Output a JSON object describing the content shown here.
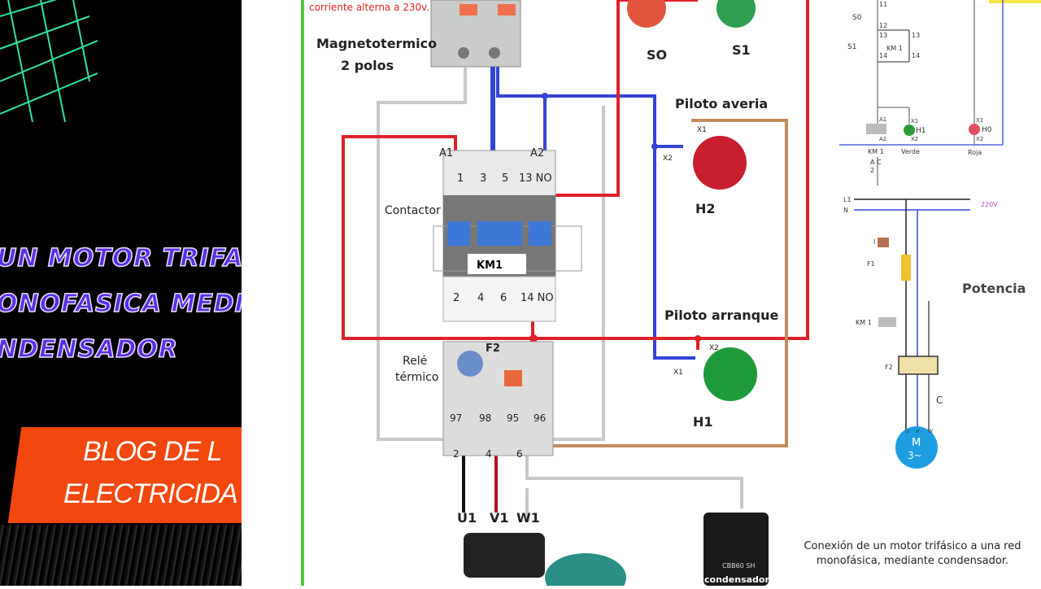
{
  "left_panel": {
    "title_lines": [
      "UN MOTOR TRIFASIC",
      "ONOFASICA MEDIAN",
      "NDENSADOR"
    ],
    "banner_lines": [
      "BLOG DE L",
      "ELECTRICIDA"
    ],
    "colors": {
      "title": "#5b2ee6",
      "banner": "#f2470d",
      "grid": "#2ee59a"
    }
  },
  "diagram": {
    "top_caption": "corriente alterna a 230v.",
    "labels": {
      "breaker": "Magnetotermico",
      "breaker_sub": "2 polos",
      "contactor": "Contactor",
      "km1": "KM1",
      "relay": "Relé",
      "relay_sub": "térmico",
      "f2": "F2",
      "s0": "SO",
      "s1": "S1",
      "pilot_fault": "Piloto averia",
      "pilot_start": "Piloto arranque",
      "h1": "H1",
      "h2": "H2",
      "x1": "X1",
      "x2": "X2",
      "u1": "U1",
      "v1": "V1",
      "w1": "W1",
      "capacitor": "condensador",
      "capacitor_model": "CBB60 SH"
    },
    "terminals_top": [
      "A1",
      "A2",
      "1",
      "3",
      "5",
      "13 NO"
    ],
    "terminals_bottom": [
      "2",
      "4",
      "6",
      "14 NO"
    ],
    "relay_terminals": [
      "97",
      "98",
      "95",
      "96",
      "2",
      "4",
      "6"
    ],
    "caption": [
      "Conexión de un motor trifásico a una red",
      "monofásica, mediante condensador."
    ]
  },
  "schematic": {
    "control": {
      "s0": "S0",
      "s1": "S1",
      "km1": "KM 1",
      "h1": "H1",
      "h0": "H0",
      "verde": "Verde",
      "roja": "Roja",
      "a1": "A1",
      "a2": "A2",
      "x1": "X1",
      "x2": "X2",
      "ac": "A C",
      "two": "2",
      "n11": "11",
      "n12": "12",
      "n13": "13",
      "n14": "14"
    },
    "power": {
      "l1": "L1",
      "n": "N",
      "voltage": "220V",
      "title": "Potencia",
      "f1": "F1",
      "i": "I",
      "km1": "KM 1",
      "f2": "F2",
      "c": "C",
      "motor_m": "M",
      "motor_3": "3~",
      "u": "U",
      "v": "V",
      "w": "W"
    }
  }
}
